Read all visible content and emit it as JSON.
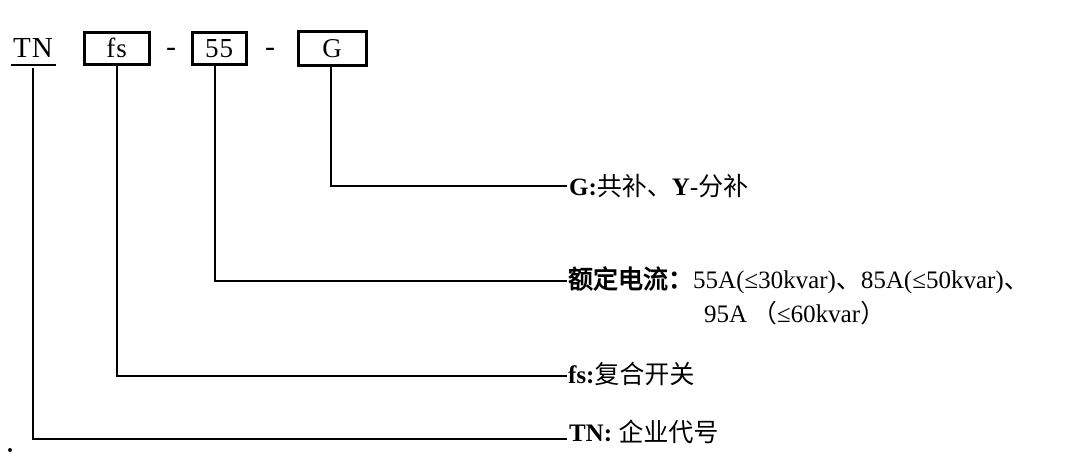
{
  "model_code": {
    "prefix": "TN",
    "dash": "-",
    "boxes": [
      {
        "label": "fs"
      },
      {
        "label": "55"
      },
      {
        "label": "G"
      }
    ]
  },
  "legend": {
    "g": {
      "bold1": "G:",
      "text1": "共补、",
      "bold2": "Y",
      "text2": "-分补"
    },
    "rated": {
      "bold": "额定电流：",
      "line1": "55A(≤30kvar)、85A(≤50kvar)、",
      "line2": "95A （≤60kvar）"
    },
    "fs": {
      "bold": "fs:",
      "text": "复合开关"
    },
    "tn": {
      "bold": "TN:",
      "text": " 企业代号"
    }
  },
  "artifact": {
    "dot": "."
  }
}
